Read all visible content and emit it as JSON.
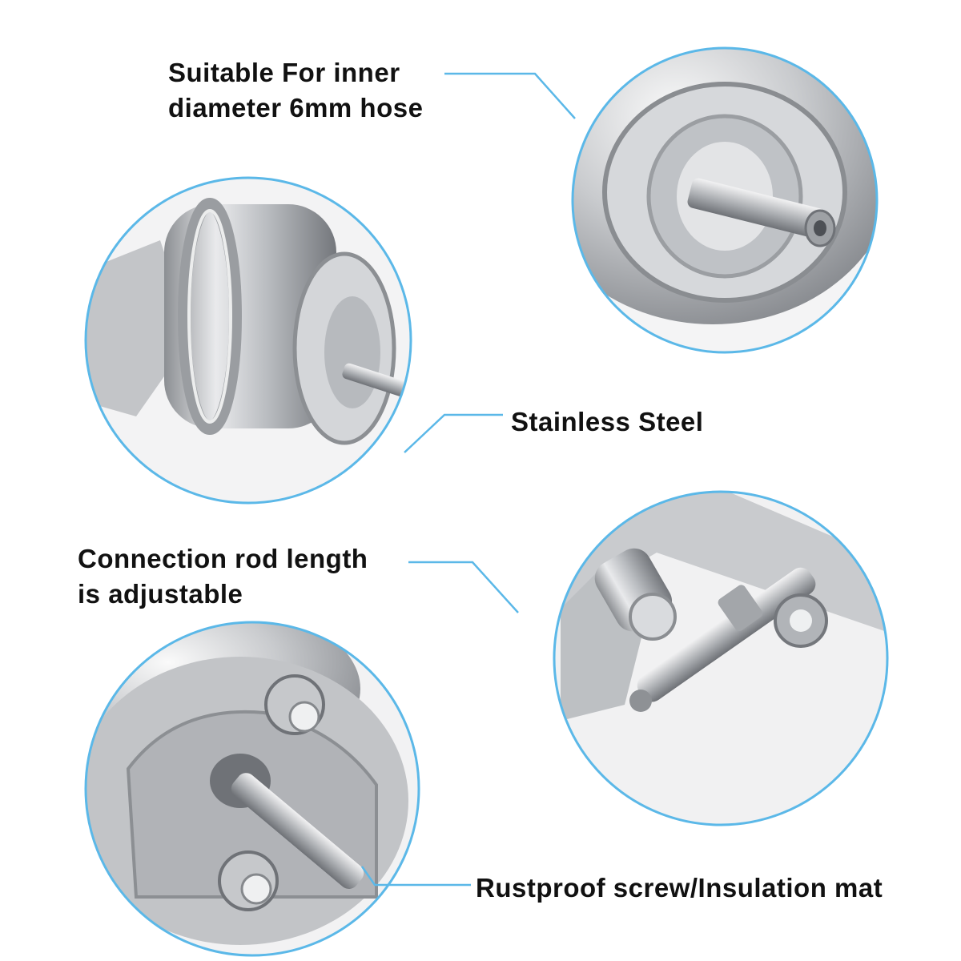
{
  "callouts": {
    "hose": "Suitable For inner\ndiameter 6mm hose",
    "material": "Stainless Steel",
    "rod": "Connection rod length\n is adjustable",
    "screw": "Rustproof screw/Insulation mat"
  },
  "colors": {
    "ring": "#5bb8e8",
    "leader": "#5bb8e8",
    "metal_light": "#e8e9eb",
    "metal_mid": "#b4b7bb",
    "metal_dark": "#6f7277"
  },
  "photos": [
    "hose-nipple-closeup",
    "actuator-canister-closeup",
    "linkage-rod-closeup",
    "mounting-bracket-screw-closeup"
  ]
}
